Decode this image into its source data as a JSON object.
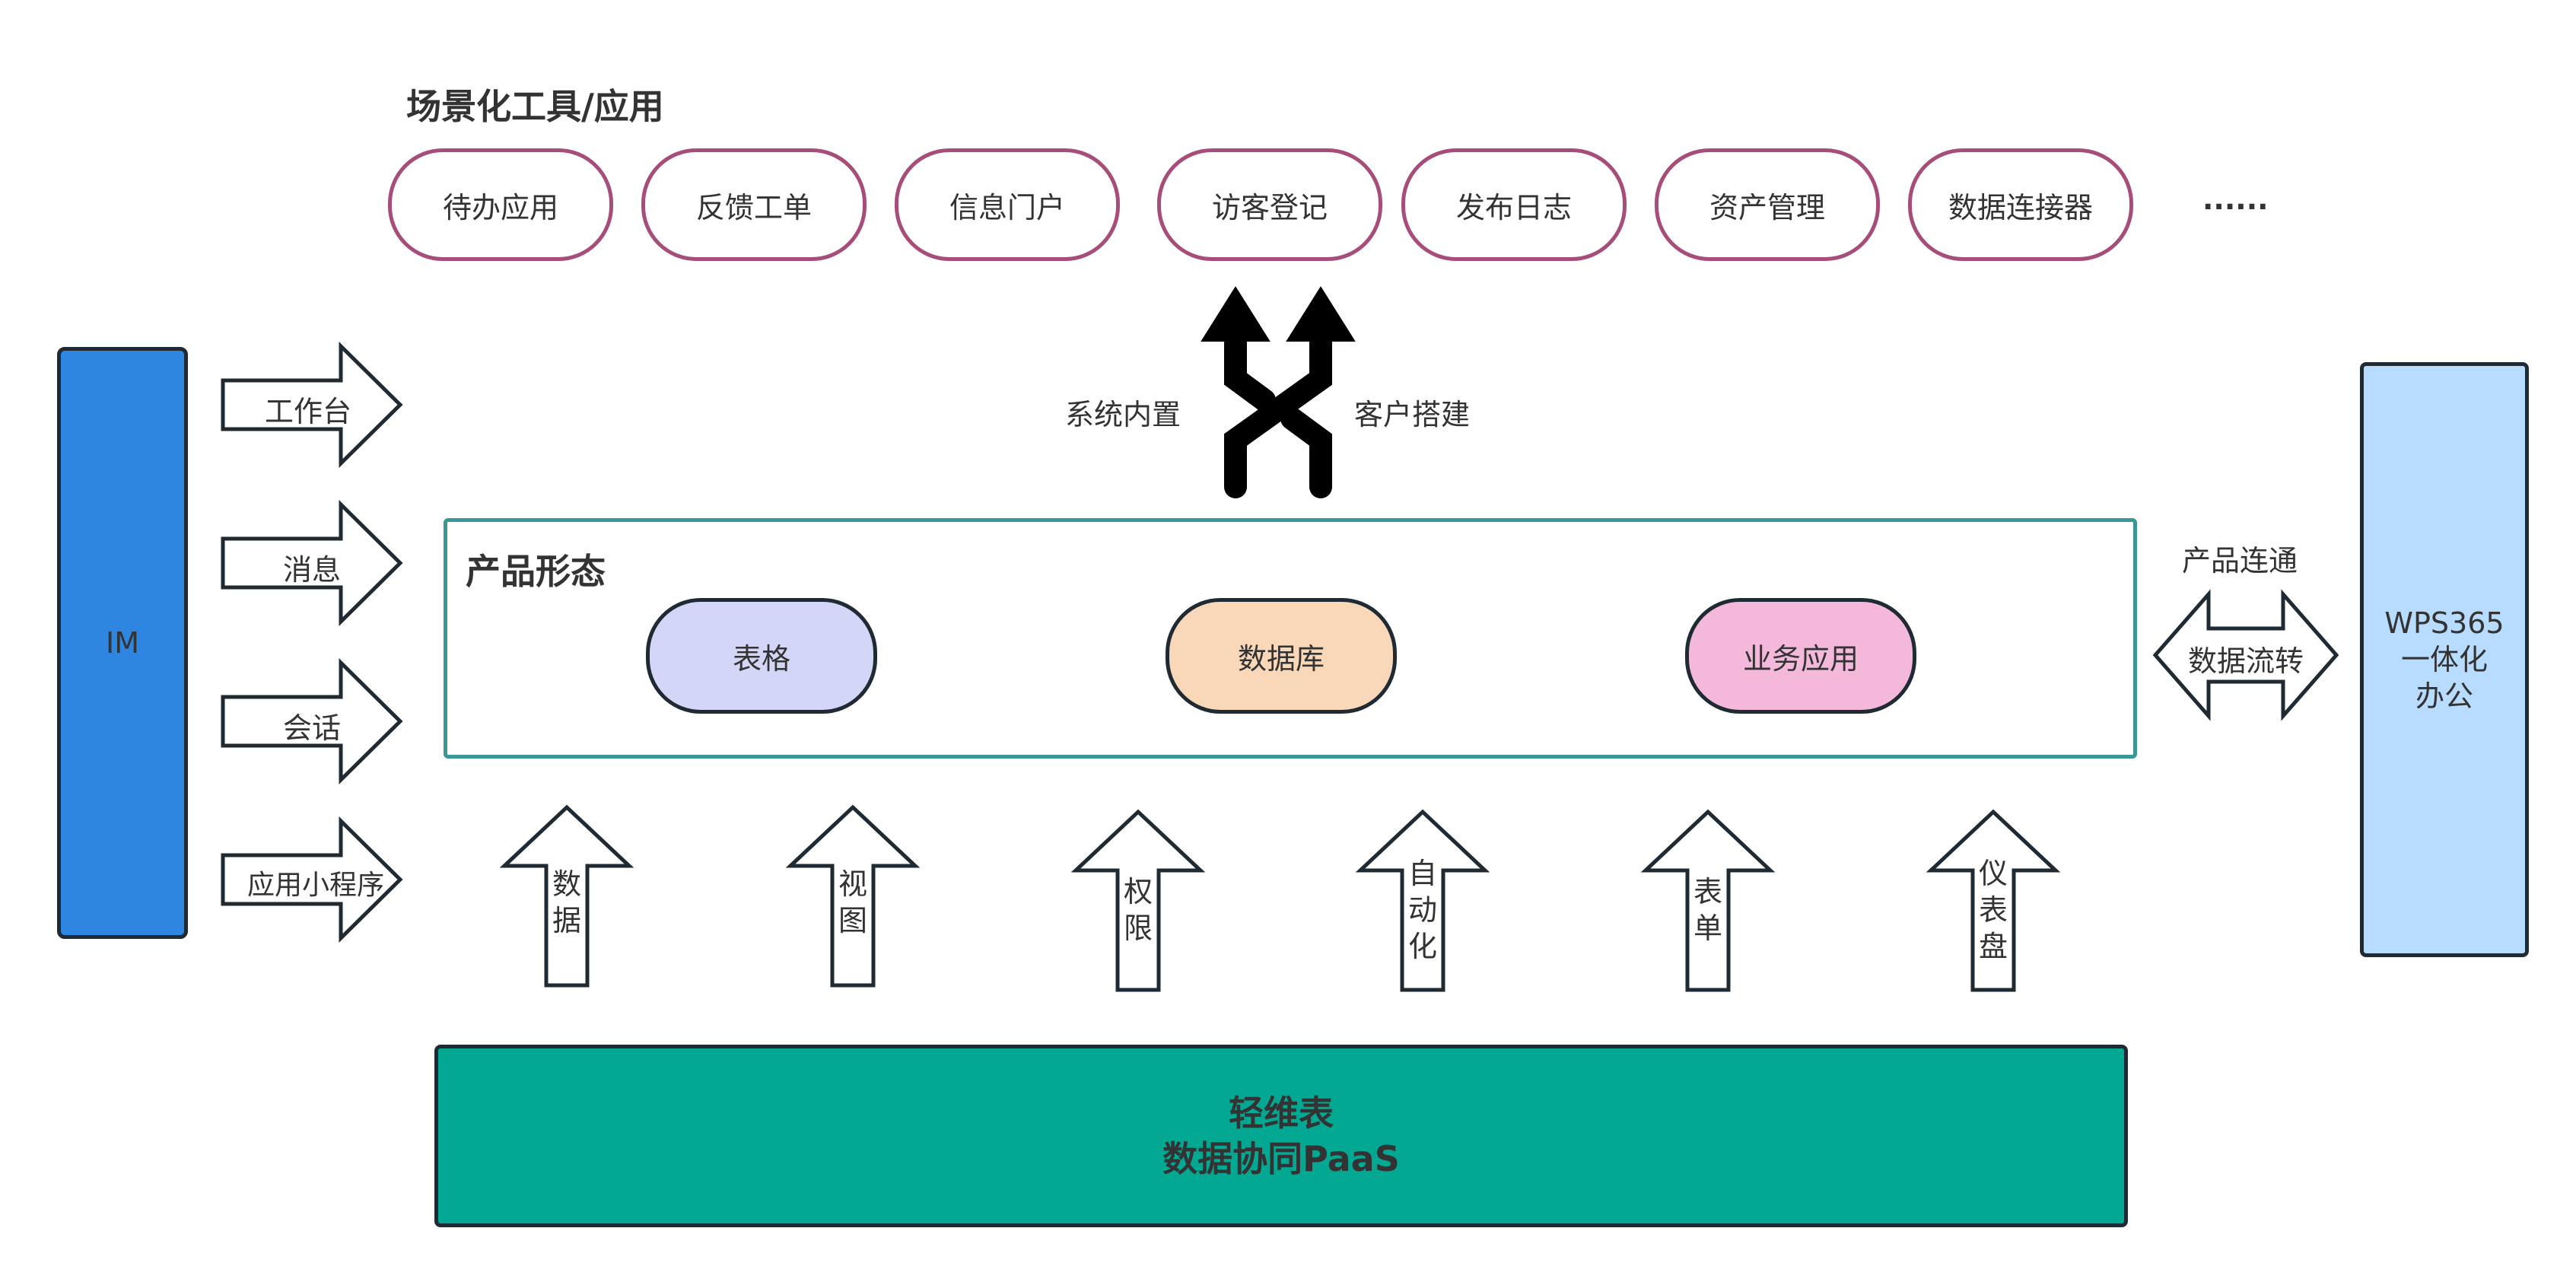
{
  "scenario": {
    "title": "场景化工具/应用",
    "apps": [
      "待办应用",
      "反馈工单",
      "信息门户",
      "访客登记",
      "发布日志",
      "资产管理",
      "数据连接器"
    ],
    "more": "......"
  },
  "im": {
    "label": "IM",
    "entries": [
      "工作台",
      "消息",
      "会话",
      "应用小程序"
    ]
  },
  "cross": {
    "left_label": "系统内置",
    "right_label": "客户搭建"
  },
  "product": {
    "title": "产品形态",
    "forms": [
      {
        "label": "表格",
        "color": "#d4d6f7"
      },
      {
        "label": "数据库",
        "color": "#f8d8b8"
      },
      {
        "label": "业务应用",
        "color": "#f4b9da"
      }
    ]
  },
  "capabilities": [
    "数据",
    "视图",
    "权限",
    "自动化",
    "表单",
    "仪表盘"
  ],
  "connect": {
    "top_label": "产品连通",
    "arrow_label": "数据流转"
  },
  "wps": {
    "lines": [
      "WPS365",
      "一体化",
      "办公"
    ]
  },
  "paas": {
    "line1": "轻维表",
    "line2": "数据协同PaaS"
  },
  "colors": {
    "pill_border": "#a64d79",
    "im_fill": "#2f86e0",
    "product_border": "#3a9794",
    "paas_fill": "#03a893",
    "wps_fill": "#b7dcff",
    "stroke": "#1f2a33"
  }
}
